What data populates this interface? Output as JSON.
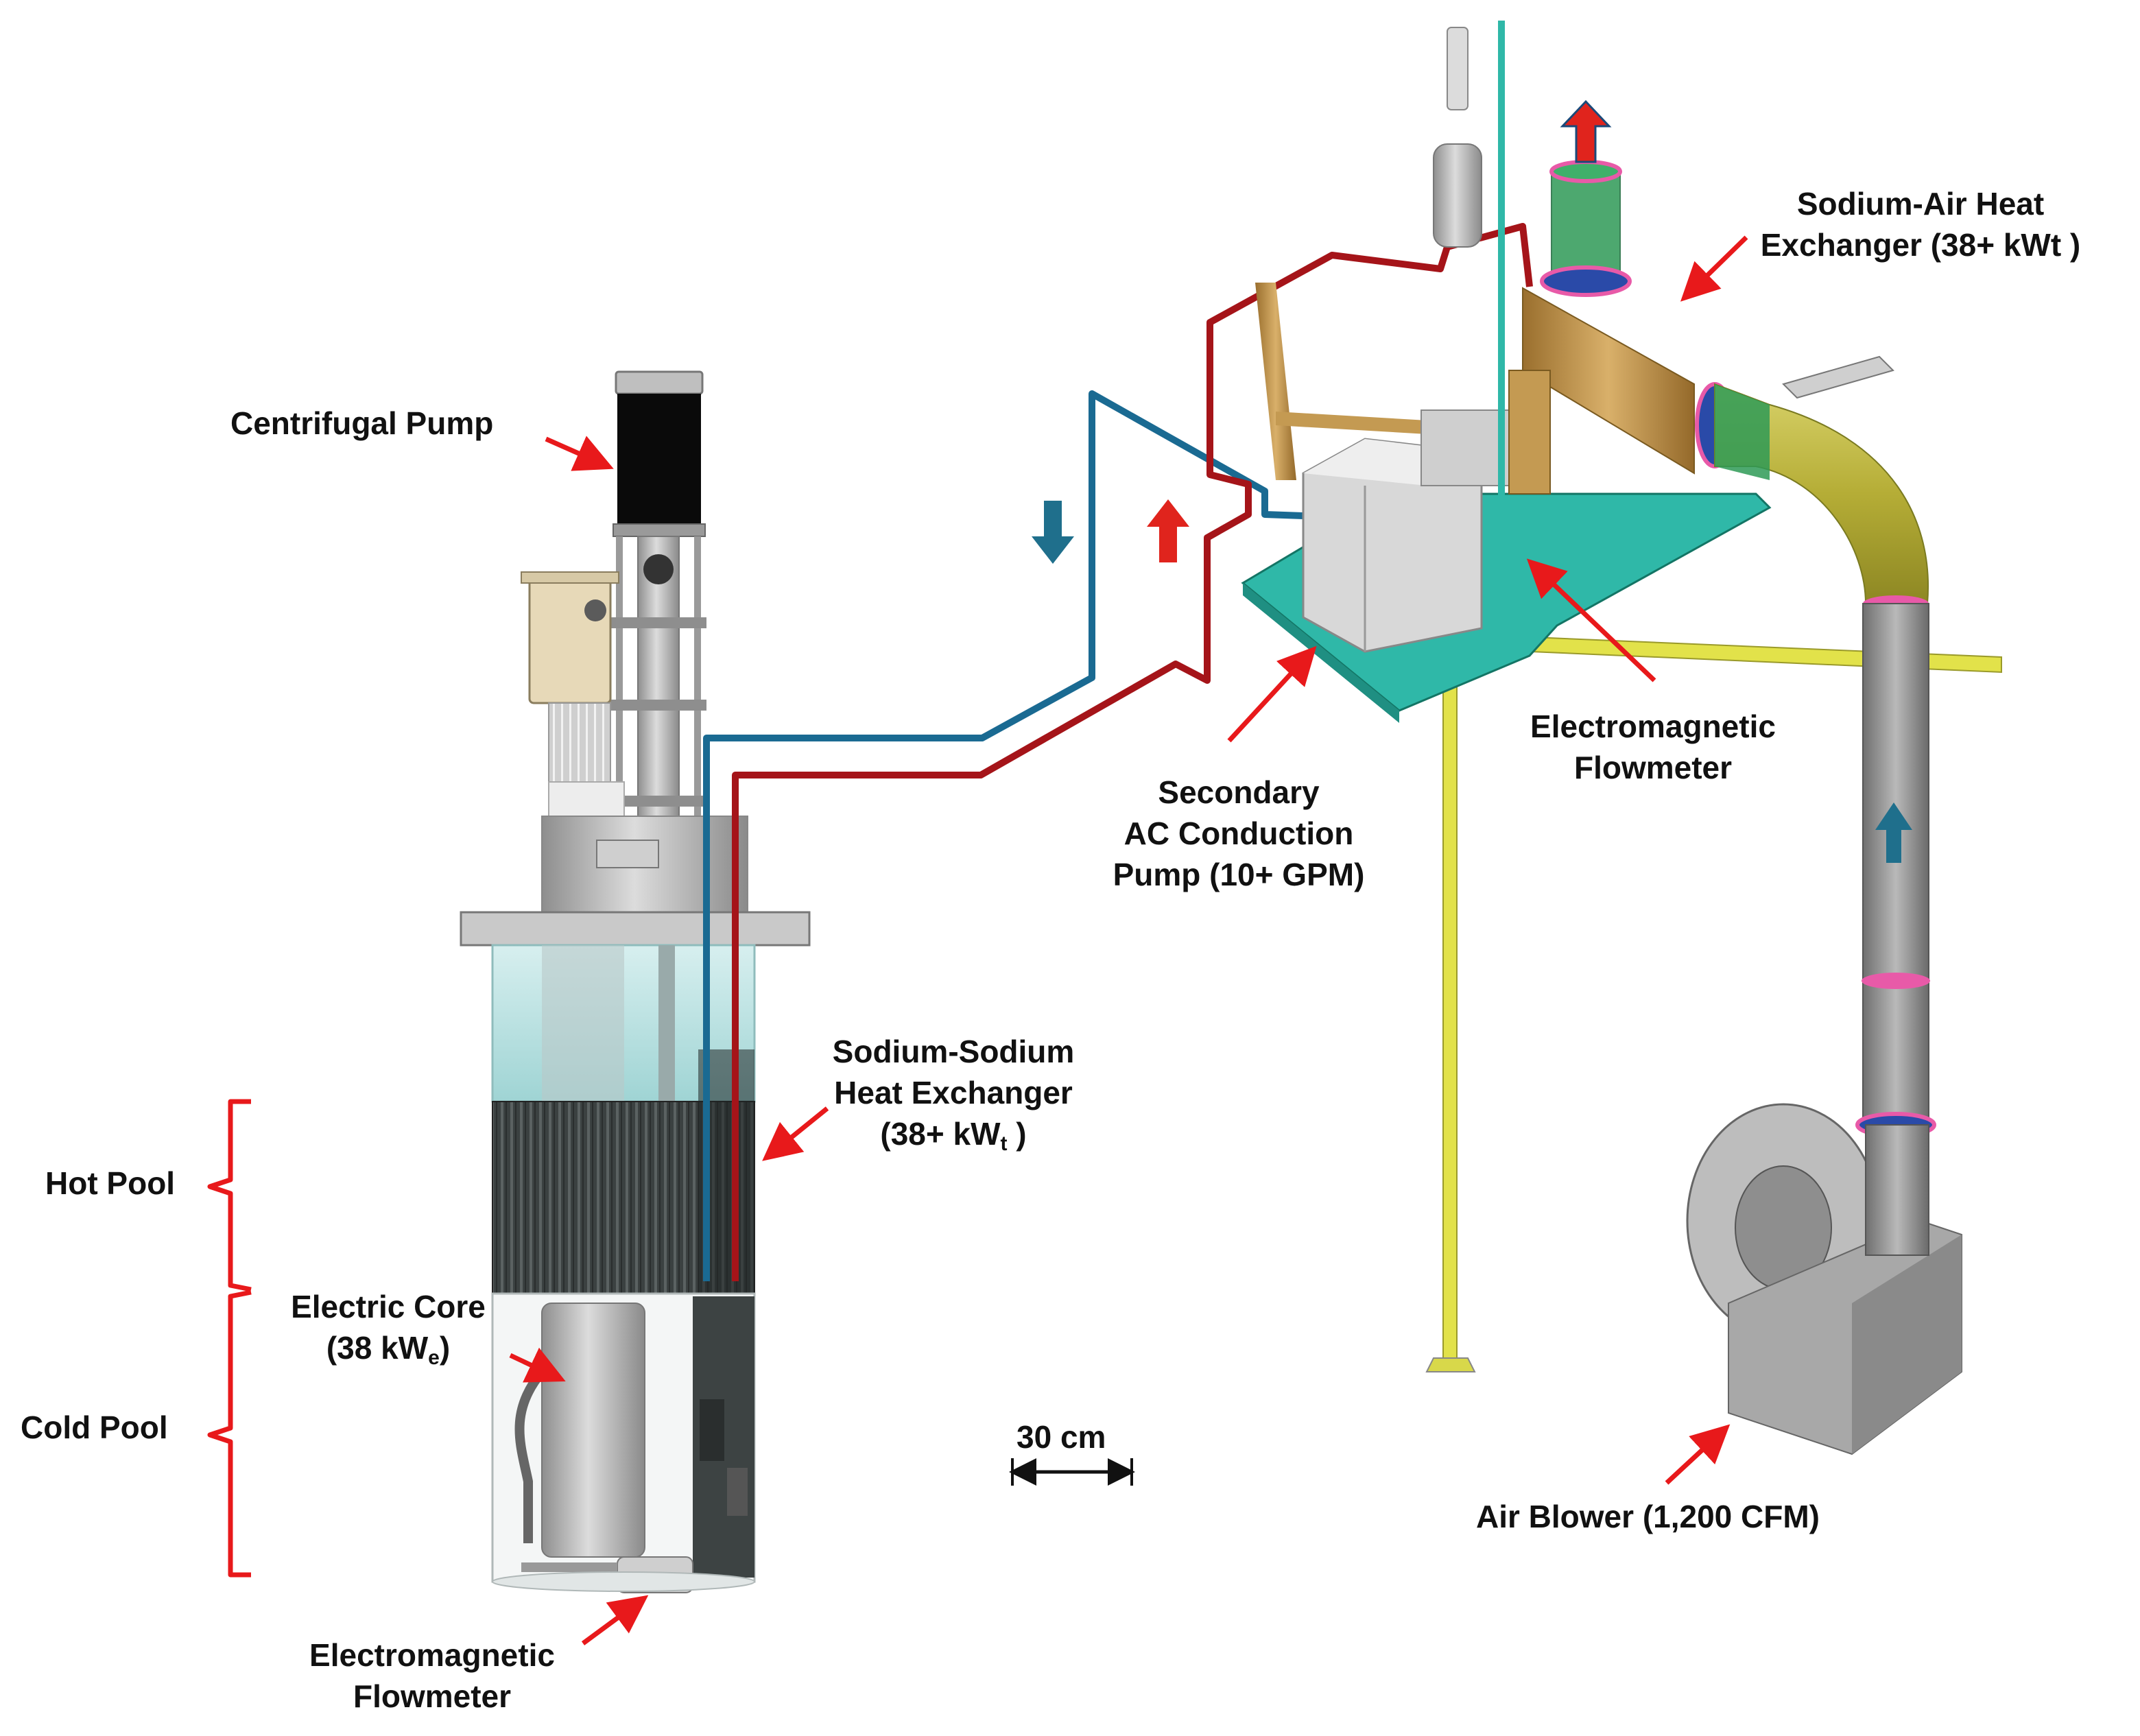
{
  "labels": {
    "centrifugal_pump": "Centrifugal Pump",
    "secondary_pump": [
      "Secondary",
      "AC Conduction",
      "Pump (10+ GPM)"
    ],
    "em_flowmeter_top": [
      "Electromagnetic",
      "Flowmeter"
    ],
    "sodium_air_hx": [
      "Sodium-Air Heat",
      "Exchanger (38+ kWt )"
    ],
    "sodium_sodium_hx": {
      "line1": "Sodium-Sodium",
      "line2": "Heat Exchanger",
      "line3_prefix": "(38+ kW",
      "line3_sub": "t",
      "line3_suffix": " )"
    },
    "hot_pool": "Hot Pool",
    "cold_pool": "Cold Pool",
    "electric_core": {
      "line1": "Electric Core",
      "line2_prefix": "(38 kW",
      "line2_sub": "e",
      "line2_suffix": ")"
    },
    "em_flowmeter_bottom": [
      "Electromagnetic",
      "Flowmeter"
    ],
    "scale_bar": "30 cm",
    "air_blower": "Air Blower (1,200 CFM)"
  },
  "colors": {
    "annotation_arrow": "#e8191b",
    "hot_leg": "#a51419",
    "cold_leg": "#1a6a92",
    "flow_up": "#e0241d",
    "flow_down": "#1f6f8c",
    "platform": "#2fb8a8",
    "support": "#e2e24a",
    "duct_yellow": "#b9b43e",
    "duct_green": "#2e9a56",
    "flange": "#e85aa8",
    "flange_ring": "#2a4aa8",
    "steel": "#a9a9a9",
    "heater_bundle": "#3a3f3f",
    "copper": "#c49a52"
  }
}
